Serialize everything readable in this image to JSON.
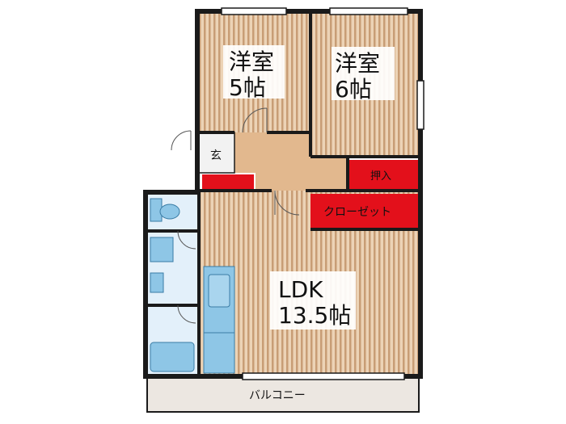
{
  "rooms": {
    "western1": {
      "name": "洋室",
      "size": "5帖"
    },
    "western2": {
      "name": "洋室",
      "size": "6帖"
    },
    "entrance": {
      "name": "玄"
    },
    "closet_small": {
      "name": "押入"
    },
    "closet_large": {
      "name": "クローゼット"
    },
    "ldk": {
      "name": "LDK",
      "size": "13.5帖"
    },
    "balcony": {
      "name": "バルコニー"
    }
  },
  "colors": {
    "wall": "#1a1a1a",
    "wood_floor": "#e8c9a6",
    "wood_stripe": "#c79a72",
    "storage_red": "#e3101b",
    "wet_area": "#e3f0fa",
    "fixture_blue": "#8ec6e6",
    "balcony_fill": "#ece7e1",
    "hall_floor": "#e2b88e"
  }
}
